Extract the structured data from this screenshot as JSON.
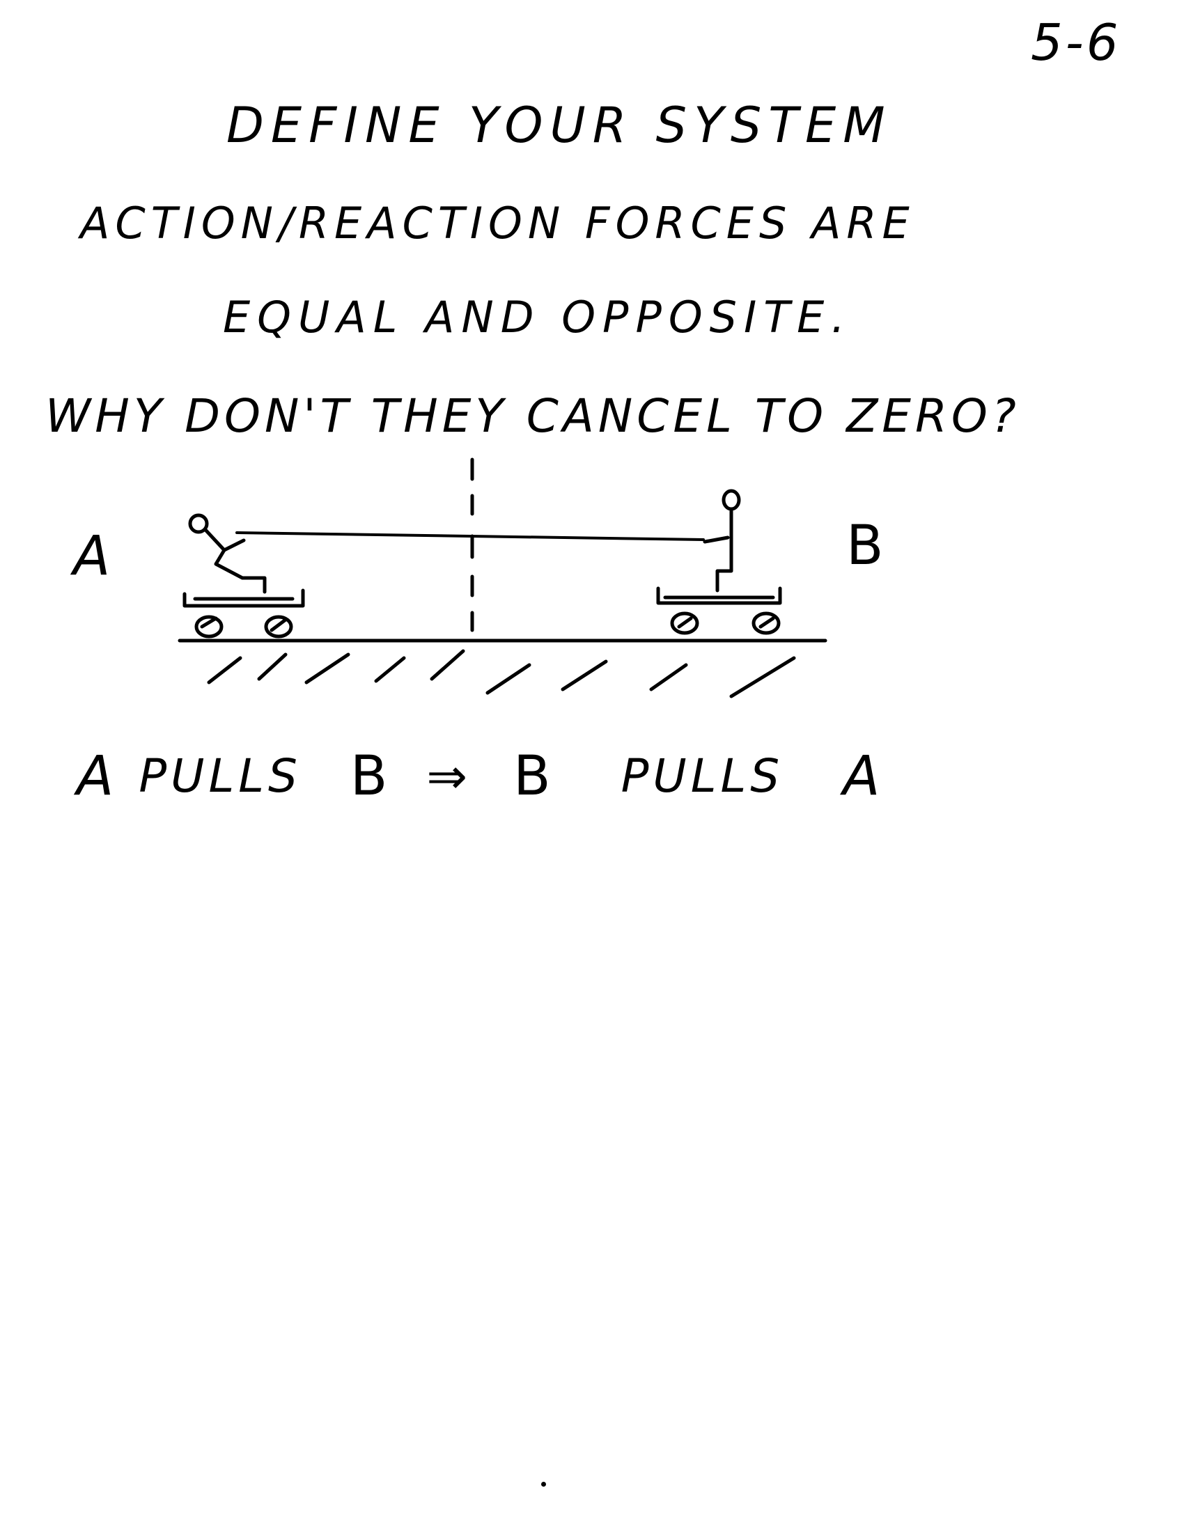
{
  "page_number": "5-6",
  "heading_lines": [
    "Define Your System",
    "Action/Reaction forces are",
    "Equal and Opposite.",
    "Why Don't They Cancel to Zero?"
  ],
  "diagram": {
    "label_left": "A",
    "label_right": "B"
  },
  "statement": {
    "subject": "A",
    "verb1": "pulls",
    "object": "B",
    "arrow": "⇒",
    "subject2": "B",
    "verb2": "pulls",
    "object2": "A"
  }
}
